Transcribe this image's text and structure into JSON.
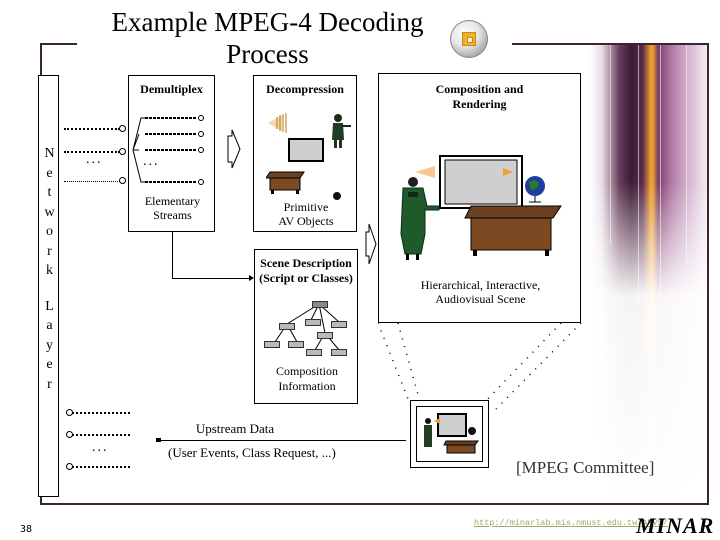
{
  "slide": {
    "title": "Example MPEG-4 Decoding Process",
    "page_number": "38",
    "credit": "[MPEG Committee]",
    "footer_url": "http://minarlab.mis.nmust.edu.tw/AMVS/",
    "footer_brand": "MINAR",
    "accent_color": "#3b2434"
  },
  "diagram": {
    "network_layer_letters": [
      "N",
      "e",
      "t",
      "w",
      "o",
      "r",
      "k",
      "",
      "L",
      "a",
      "y",
      "e",
      "r"
    ],
    "demultiplex": {
      "title": "Demultiplex",
      "label_line1": "Elementary",
      "label_line2": "Streams"
    },
    "decompression": {
      "title": "Decompression",
      "label_line1": "Primitive",
      "label_line2": "AV Objects"
    },
    "scene_description": {
      "title_line1": "Scene Description",
      "title_line2": "(Script or Classes)",
      "label_line1": "Composition",
      "label_line2": "Information"
    },
    "composition": {
      "title_line1": "Composition and",
      "title_line2": "Rendering",
      "label_line1": "Hierarchical, Interactive,",
      "label_line2": "Audiovisual Scene"
    },
    "upstream": {
      "label": "Upstream Data",
      "sublabel": "(User Events, Class Request, ...)"
    },
    "ellipsis": "..."
  },
  "icons": {
    "logo": "gold-square-button-icon",
    "speaker": "speaker-sound-icon",
    "presenter": "presenter-person-icon",
    "screen": "projection-screen-icon",
    "desk": "desk-icon",
    "globe": "globe-icon"
  }
}
